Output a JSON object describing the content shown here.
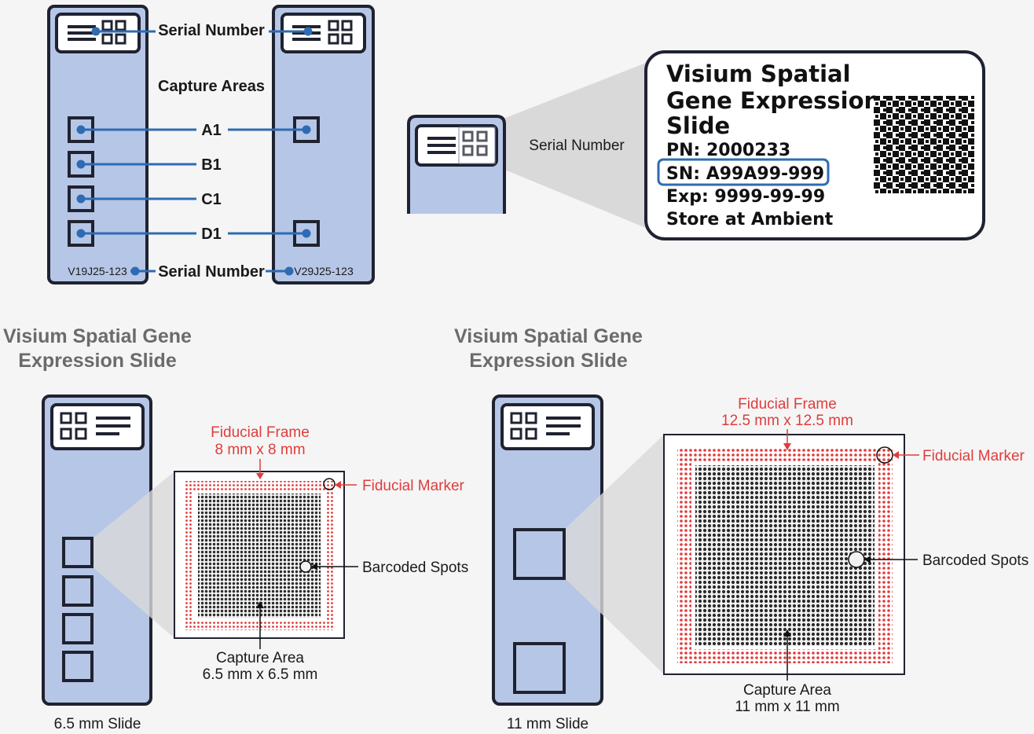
{
  "colors": {
    "slide_fill": "#b6c6e6",
    "outline": "#1f2230",
    "connector": "#2e6bb3",
    "fiducial_red": "#e03c3c",
    "heading_gray": "#6b6b6b",
    "background": "#f5f5f5"
  },
  "top_diagram": {
    "serial_number_top": "Serial Number",
    "capture_areas": "Capture Areas",
    "areas": [
      "A1",
      "B1",
      "C1",
      "D1"
    ],
    "serial_left": "V19J25-123",
    "serial_number_bottom": "Serial Number",
    "serial_right": "V29J25-123"
  },
  "zoom_label": {
    "serial_number": "Serial Number",
    "card_lines": [
      "Visium Spatial",
      "Gene Expression",
      "Slide",
      "PN:  2000233",
      "SN:  A99A99-999",
      "Exp: 9999-99-99",
      "Store at Ambient"
    ]
  },
  "panels": [
    {
      "heading_line1": "Visium Spatial Gene",
      "heading_line2": "Expression Slide",
      "fiducial_frame": "Fiducial Frame",
      "fiducial_frame_size": "8 mm x 8 mm",
      "fiducial_marker": "Fiducial Marker",
      "barcoded_spots": "Barcoded Spots",
      "capture_area": "Capture Area",
      "capture_area_size": "6.5 mm x 6.5 mm",
      "slide_label": "6.5 mm Slide"
    },
    {
      "heading_line1": "Visium Spatial Gene",
      "heading_line2": "Expression Slide",
      "fiducial_frame": "Fiducial Frame",
      "fiducial_frame_size": "12.5 mm x 12.5 mm",
      "fiducial_marker": "Fiducial Marker",
      "barcoded_spots": "Barcoded Spots",
      "capture_area": "Capture Area",
      "capture_area_size": "11 mm x 11 mm",
      "slide_label": "11 mm Slide"
    }
  ]
}
